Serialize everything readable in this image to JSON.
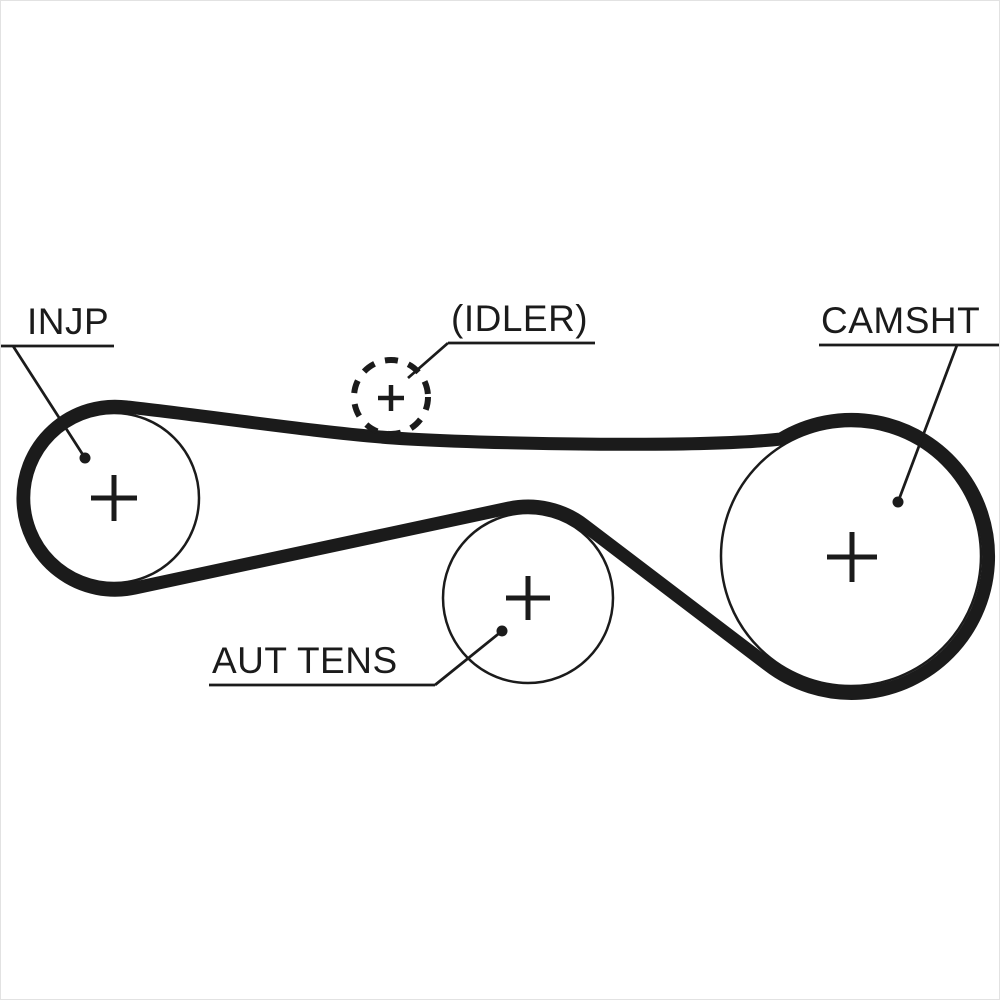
{
  "diagram": {
    "labels": {
      "injp": "INJP",
      "idler": "(IDLER)",
      "camsht": "CAMSHT",
      "aut_tens": "AUT TENS"
    },
    "colors": {
      "line": "#1b1b1b",
      "background": "#ffffff"
    }
  }
}
